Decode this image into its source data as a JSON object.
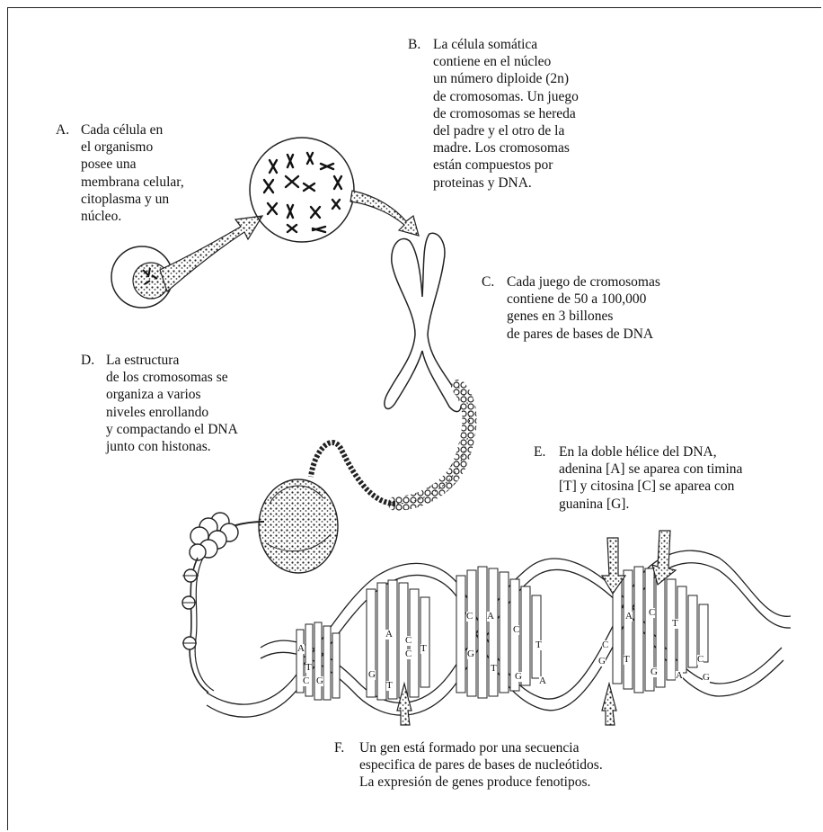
{
  "labels": [
    {
      "id": "A",
      "letter": "A.",
      "lines": [
        "Cada célula en",
        "el organismo",
        "posee una",
        "membrana celular,",
        "citoplasma y un",
        "núcleo."
      ]
    },
    {
      "id": "B",
      "letter": "B.",
      "lines": [
        "La célula somática",
        "contiene en el núcleo",
        "un número diploide (2n)",
        "de cromosomas. Un juego",
        "de cromosomas se hereda",
        "del padre y el otro de la",
        "madre.  Los cromosomas",
        "están compuestos por",
        "proteinas y DNA."
      ]
    },
    {
      "id": "C",
      "letter": "C.",
      "lines": [
        "Cada juego de cromosomas",
        "contiene de 50 a 100,000",
        "genes en 3 billones",
        "de pares de bases de DNA"
      ]
    },
    {
      "id": "D",
      "letter": "D.",
      "lines": [
        "La estructura",
        "de los cromosomas se",
        "organiza a varios",
        "niveles enrollando",
        "y compactando el DNA",
        "junto con histonas."
      ]
    },
    {
      "id": "E",
      "letter": "E.",
      "lines": [
        "En la doble hélice del DNA,",
        "adenina [A] se aparea con timina",
        "[T] y citosina [C] se aparea con",
        "guanina [G]."
      ]
    },
    {
      "id": "F",
      "letter": "F.",
      "lines": [
        "Un gen está formado por una secuencia",
        "especifica de pares de bases de nucleótidos.",
        "La expresión de genes produce fenotipos."
      ]
    }
  ],
  "base_letters": {
    "group1": [
      "A",
      "C",
      "T",
      "C",
      "T",
      "G",
      "A",
      "T",
      "G",
      "C"
    ],
    "group2": [
      "C",
      "A",
      "C",
      "T",
      "G",
      "T",
      "G",
      "A"
    ],
    "group3": [
      "A",
      "C",
      "T",
      "C",
      "T",
      "G",
      "A",
      "G",
      "C",
      "G"
    ]
  }
}
